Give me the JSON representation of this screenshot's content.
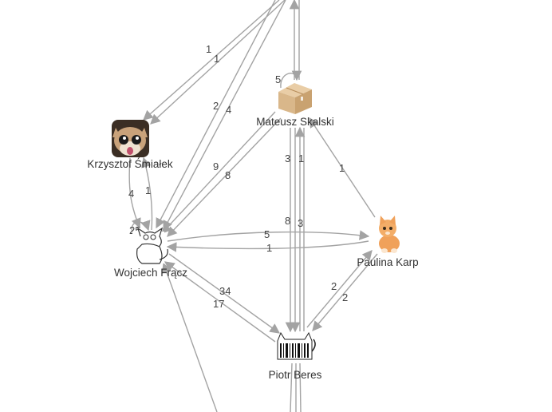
{
  "nodes": [
    {
      "id": "krzysztof",
      "label": "Krzysztof Śmiałek",
      "avatar": "surprised-cat-photo-icon"
    },
    {
      "id": "mateusz",
      "label": "Mateusz Skalski",
      "avatar": "cardboard-box-icon"
    },
    {
      "id": "wojciech",
      "label": "Wojciech Frącz",
      "avatar": "cartoon-cat-outline-icon"
    },
    {
      "id": "paulina",
      "label": "Paulina Karp",
      "avatar": "orange-kitten-icon"
    },
    {
      "id": "piotr",
      "label": "Piotr Beres",
      "avatar": "barcode-cat-icon"
    }
  ],
  "edges": [
    {
      "from": "top",
      "to": "krzysztof",
      "label": "1"
    },
    {
      "from": "top",
      "to": "krzysztof",
      "label": "1"
    },
    {
      "from": "top",
      "to": "wojciech",
      "label": "2"
    },
    {
      "from": "top",
      "to": "wojciech",
      "label": "4"
    },
    {
      "from": "mateusz",
      "to": "mateusz",
      "label": "5"
    },
    {
      "from": "mateusz",
      "to": "wojciech",
      "label": "9"
    },
    {
      "from": "mateusz",
      "to": "wojciech",
      "label": "8"
    },
    {
      "from": "krzysztof",
      "to": "wojciech",
      "label": "4"
    },
    {
      "from": "krzysztof",
      "to": "wojciech",
      "label": "1"
    },
    {
      "from": "wojciech",
      "to": "wojciech",
      "label": "25"
    },
    {
      "from": "mateusz",
      "to": "piotr",
      "label": "3"
    },
    {
      "from": "mateusz",
      "to": "piotr",
      "label": "1"
    },
    {
      "from": "piotr",
      "to": "mateusz",
      "label": "8"
    },
    {
      "from": "piotr",
      "to": "mateusz",
      "label": "3"
    },
    {
      "from": "paulina",
      "to": "mateusz",
      "label": "1"
    },
    {
      "from": "wojciech",
      "to": "paulina",
      "label": "5"
    },
    {
      "from": "paulina",
      "to": "wojciech",
      "label": "1"
    },
    {
      "from": "wojciech",
      "to": "piotr",
      "label": "34"
    },
    {
      "from": "piotr",
      "to": "wojciech",
      "label": "17"
    },
    {
      "from": "piotr",
      "to": "paulina",
      "label": "2"
    },
    {
      "from": "paulina",
      "to": "piotr",
      "label": "2"
    }
  ]
}
